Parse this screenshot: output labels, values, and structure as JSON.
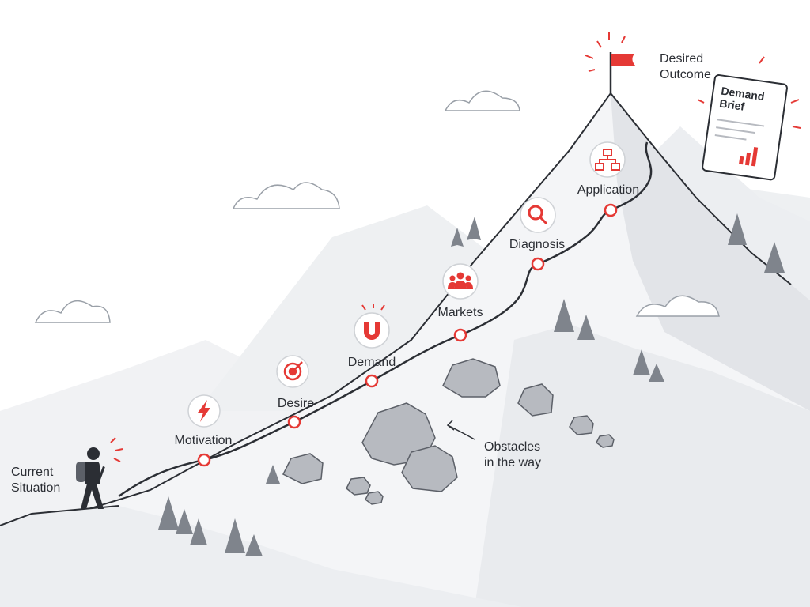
{
  "start": {
    "label_line1": "Current",
    "label_line2": "Situation"
  },
  "goal": {
    "label_line1": "Desired",
    "label_line2": "Outcome"
  },
  "brief": {
    "title_line1": "Demand",
    "title_line2": "Brief"
  },
  "obstacles": {
    "label_line1": "Obstacles",
    "label_line2": "in the way"
  },
  "stages": [
    {
      "label": "Motivation",
      "icon": "lightning-icon"
    },
    {
      "label": "Desire",
      "icon": "target-icon"
    },
    {
      "label": "Demand",
      "icon": "magnet-icon"
    },
    {
      "label": "Markets",
      "icon": "people-icon"
    },
    {
      "label": "Diagnosis",
      "icon": "magnifier-icon"
    },
    {
      "label": "Application",
      "icon": "hierarchy-icon"
    }
  ],
  "colors": {
    "accent": "#e53935",
    "ink": "#2b2e34",
    "mountain": "#e9eaed",
    "mountain_shade": "#d6d8dc",
    "rock": "#a9acb2"
  }
}
